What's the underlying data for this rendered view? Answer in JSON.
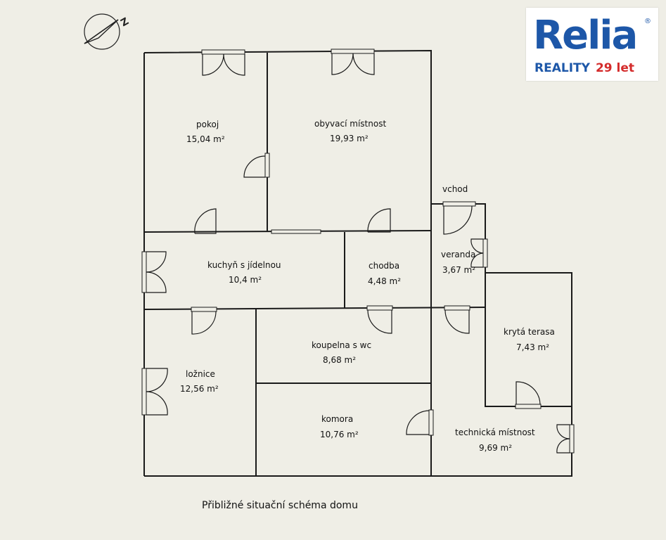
{
  "logo": {
    "brand": "Relia",
    "registered_mark": "®",
    "tagline": "REALITY",
    "years": "29 let"
  },
  "compass": {
    "north_letter": "Z"
  },
  "entrance_label": "vchod",
  "rooms": [
    {
      "name": "pokoj",
      "area": "15,04 m²"
    },
    {
      "name": "obyvací místnost",
      "area": "19,93 m²"
    },
    {
      "name": "kuchyň s jídelnou",
      "area": "10,4 m²"
    },
    {
      "name": "chodba",
      "area": "4,48 m²"
    },
    {
      "name": "veranda",
      "area": "3,67 m²"
    },
    {
      "name": "krytá terasa",
      "area": "7,43 m²"
    },
    {
      "name": "koupelna s wc",
      "area": "8,68 m²"
    },
    {
      "name": "ložnice",
      "area": "12,56 m²"
    },
    {
      "name": "komora",
      "area": "10,76 m²"
    },
    {
      "name": "technická místnost",
      "area": "9,69 m²"
    }
  ],
  "caption": "Přibližné situační schéma domu"
}
